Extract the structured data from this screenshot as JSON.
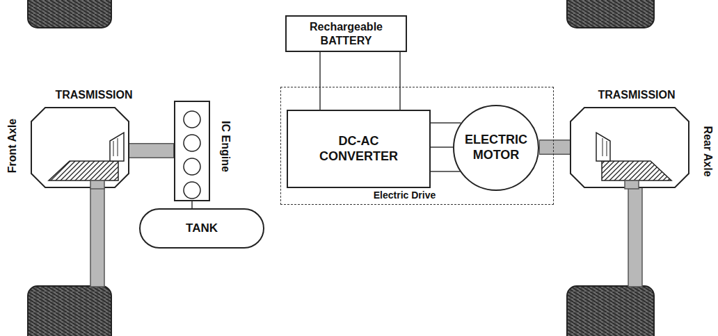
{
  "diagram": {
    "nodes": [
      {
        "text": [
          "TRASMISSION"
        ]
      },
      {
        "text": [
          "IC Engine"
        ]
      },
      {
        "text": [
          "TANK"
        ]
      },
      {
        "text": [
          "Rechargeable BATTERY"
        ]
      },
      {
        "text": [
          "Electric Drive"
        ]
      },
      {
        "text": [
          "DC-AC CONVERTER"
        ],
        "in": 4
      },
      {
        "text": [
          "ELECTRIC MOTOR"
        ],
        "in": 4
      },
      {
        "text": [
          "TRASMISSION"
        ]
      }
    ],
    "edges": [
      {
        "from": 1,
        "to": 0,
        "arrow": "none"
      },
      {
        "from": 1,
        "to": 2,
        "arrow": "none"
      },
      {
        "from": 3,
        "to": 5,
        "arrow": "none"
      },
      {
        "from": 3,
        "to": 5,
        "arrow": "none"
      },
      {
        "from": 5,
        "to": 6,
        "arrow": "none"
      },
      {
        "from": 5,
        "to": 6,
        "arrow": "none"
      },
      {
        "from": 5,
        "to": 6,
        "arrow": "none"
      },
      {
        "from": 6,
        "to": 7,
        "arrow": "none"
      }
    ],
    "labels": [
      "Front Axle",
      "Rear Axle"
    ]
  }
}
